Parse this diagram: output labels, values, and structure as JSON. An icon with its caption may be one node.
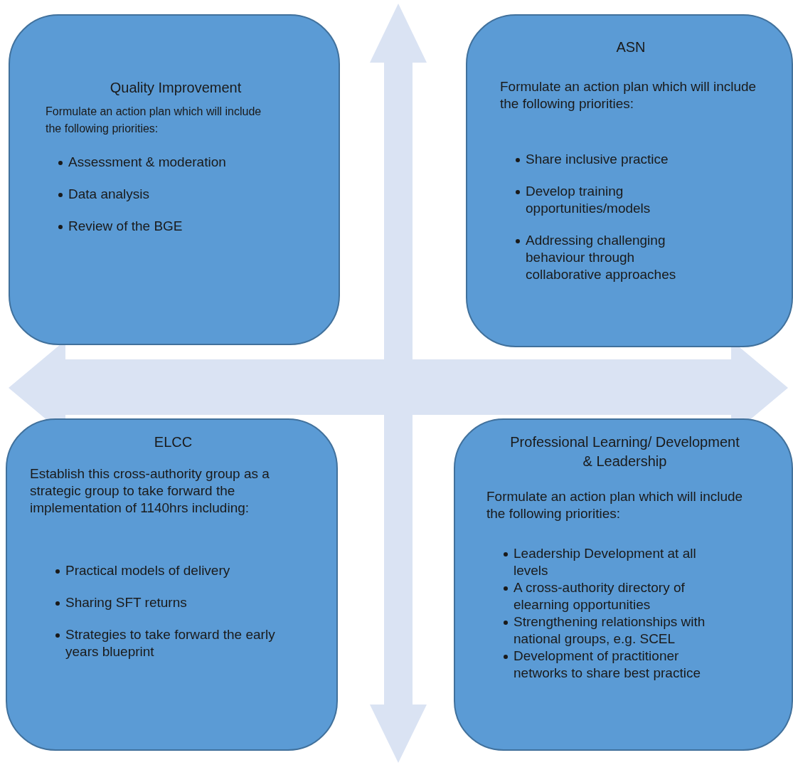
{
  "diagram": {
    "nodes": [
      {
        "text": [
          "Quality Improvement",
          "Formulate an action plan which will include the following priorities:",
          "Assessment & moderation",
          "Data analysis",
          "Review of the BGE"
        ]
      },
      {
        "text": [
          "ASN",
          "Formulate an action plan which will include the following priorities:",
          "Share inclusive practice",
          "Develop training opportunities/models",
          "Addressing challenging behaviour through collaborative approaches"
        ]
      },
      {
        "text": [
          "ELCC",
          "Establish this cross-authority group as a strategic group to take forward the implementation of 1140hrs including:",
          "Practical models of delivery",
          "Sharing SFT returns",
          "Strategies to take forward the early years blueprint"
        ]
      },
      {
        "text": [
          "Professional Learning/ Development & Leadership",
          "Formulate an action plan which will include the following priorities:",
          "Leadership Development at all levels",
          "A cross-authority directory of elearning opportunities",
          "Strengthening relationships with national groups, e.g. SCEL",
          "Development of practitioner networks to share best practice"
        ]
      }
    ]
  }
}
